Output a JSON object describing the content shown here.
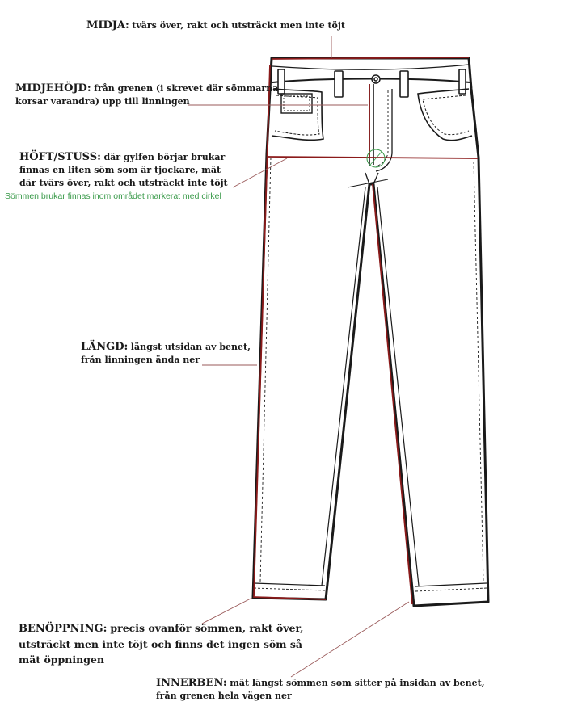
{
  "labels": {
    "midja": {
      "term": "MIDJA:",
      "text": "tvärs över, rakt och utsträckt men inte töjt"
    },
    "midjehojd": {
      "term": "MIDJEHÖJD:",
      "line1": "från grenen (i skrevet där sömmarna",
      "line2": "korsar varandra) upp till linningen"
    },
    "hoft": {
      "term": "HÖFT/STUSS:",
      "line1": "där gylfen börjar brukar",
      "line2": "finnas en liten söm som är tjockare, mät",
      "line3": "där tvärs över, rakt och utsträckt inte töjt",
      "note": "Sömmen brukar finnas inom området markerat med cirkel"
    },
    "langd": {
      "term": "LÄNGD:",
      "line1": "längst utsidan av benet,",
      "line2": "från linningen ända ner"
    },
    "benoppning": {
      "term": "BENÖPPNING:",
      "line1": "precis ovanför sömmen, rakt över,",
      "line2": "utsträckt men inte töjt och finns det ingen söm så",
      "line3": "mät öppningen"
    },
    "innerben": {
      "term": "INNERBEN:",
      "line1": "mät längst sömmen som sitter på insidan av benet,",
      "line2": "från grenen hela vägen ner"
    }
  },
  "colors": {
    "outline": "#1a1a1a",
    "measure_red": "#8b1a1a",
    "leader": "#9a5a5a",
    "note_green": "#3a9a4a"
  }
}
